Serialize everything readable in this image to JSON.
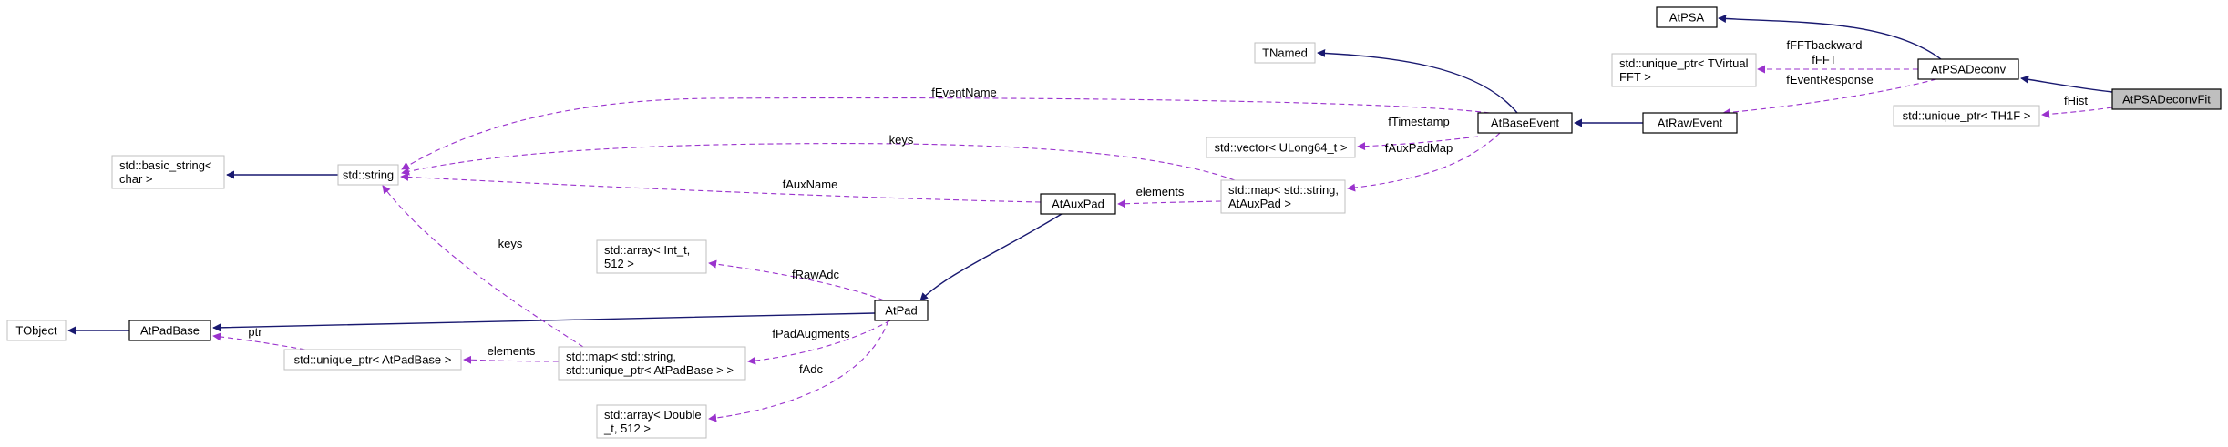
{
  "colors": {
    "inheritance": "#191970",
    "usage": "#9a32cd",
    "node_border_documented": "#000000",
    "node_border_external": "#bfbfbf",
    "highlight_fill": "#bfbfbf"
  },
  "nodes": [
    {
      "id": "AtPSADeconvFit",
      "lines": [
        "AtPSADeconvFit"
      ],
      "style": "highlight"
    },
    {
      "id": "AtPSADeconv",
      "lines": [
        "AtPSADeconv"
      ],
      "style": "documented"
    },
    {
      "id": "AtPSA",
      "lines": [
        "AtPSA"
      ],
      "style": "documented"
    },
    {
      "id": "uptr_TVirtualFFT",
      "lines": [
        "std::unique_ptr< TVirtual",
        "FFT >"
      ],
      "style": "external"
    },
    {
      "id": "uptr_TH1F",
      "lines": [
        "std::unique_ptr< TH1F >"
      ],
      "style": "external"
    },
    {
      "id": "AtRawEvent",
      "lines": [
        "AtRawEvent"
      ],
      "style": "documented"
    },
    {
      "id": "AtBaseEvent",
      "lines": [
        "AtBaseEvent"
      ],
      "style": "documented"
    },
    {
      "id": "TNamed",
      "lines": [
        "TNamed"
      ],
      "style": "external"
    },
    {
      "id": "vector_ULong64",
      "lines": [
        "std::vector< ULong64_t >"
      ],
      "style": "external"
    },
    {
      "id": "map_AtAuxPad",
      "lines": [
        "std::map< std::string,",
        "AtAuxPad >"
      ],
      "style": "external"
    },
    {
      "id": "AtAuxPad",
      "lines": [
        "AtAuxPad"
      ],
      "style": "documented"
    },
    {
      "id": "std_string",
      "lines": [
        "std::string"
      ],
      "style": "external"
    },
    {
      "id": "basic_string",
      "lines": [
        "std::basic_string<",
        "char >"
      ],
      "style": "external"
    },
    {
      "id": "AtPad",
      "lines": [
        "AtPad"
      ],
      "style": "documented"
    },
    {
      "id": "array_Int",
      "lines": [
        "std::array< Int_t,",
        "512 >"
      ],
      "style": "external"
    },
    {
      "id": "map_AtPadBase",
      "lines": [
        "std::map< std::string,",
        "std::unique_ptr< AtPadBase > >"
      ],
      "style": "external"
    },
    {
      "id": "array_Double",
      "lines": [
        "std::array< Double",
        "_t, 512 >"
      ],
      "style": "external"
    },
    {
      "id": "AtPadBase",
      "lines": [
        "AtPadBase"
      ],
      "style": "documented"
    },
    {
      "id": "uptr_AtPadBase",
      "lines": [
        "std::unique_ptr< AtPadBase >"
      ],
      "style": "external"
    },
    {
      "id": "TObject",
      "lines": [
        "TObject"
      ],
      "style": "external"
    }
  ],
  "edges": [
    {
      "id": "e_fit_deconv",
      "kind": "inheritance",
      "from": "AtPSADeconvFit",
      "to": "AtPSADeconv",
      "labels": []
    },
    {
      "id": "e_deconv_psa",
      "kind": "inheritance",
      "from": "AtPSADeconv",
      "to": "AtPSA",
      "labels": []
    },
    {
      "id": "e_deconv_fft",
      "kind": "usage",
      "from": "AtPSADeconv",
      "to": "uptr_TVirtualFFT",
      "labels": [
        "fFFTbackward",
        "fFFT"
      ]
    },
    {
      "id": "e_deconv_raw",
      "kind": "usage",
      "from": "AtPSADeconv",
      "to": "AtRawEvent",
      "labels": [
        "fEventResponse"
      ]
    },
    {
      "id": "e_fit_th1f",
      "kind": "usage",
      "from": "AtPSADeconvFit",
      "to": "uptr_TH1F",
      "labels": [
        "fHist"
      ]
    },
    {
      "id": "e_raw_base",
      "kind": "inheritance",
      "from": "AtRawEvent",
      "to": "AtBaseEvent",
      "labels": []
    },
    {
      "id": "e_base_tnamed",
      "kind": "inheritance",
      "from": "AtBaseEvent",
      "to": "TNamed",
      "labels": []
    },
    {
      "id": "e_base_string",
      "kind": "usage",
      "from": "AtBaseEvent",
      "to": "std_string",
      "labels": [
        "fEventName"
      ]
    },
    {
      "id": "e_base_vector",
      "kind": "usage",
      "from": "AtBaseEvent",
      "to": "vector_ULong64",
      "labels": [
        "fTimestamp"
      ]
    },
    {
      "id": "e_base_mapaux",
      "kind": "usage",
      "from": "AtBaseEvent",
      "to": "map_AtAuxPad",
      "labels": [
        "fAuxPadMap"
      ]
    },
    {
      "id": "e_mapaux_string",
      "kind": "usage",
      "from": "map_AtAuxPad",
      "to": "std_string",
      "labels": [
        "keys"
      ]
    },
    {
      "id": "e_mapaux_auxpad",
      "kind": "usage",
      "from": "map_AtAuxPad",
      "to": "AtAuxPad",
      "labels": [
        "elements"
      ]
    },
    {
      "id": "e_auxpad_string",
      "kind": "usage",
      "from": "AtAuxPad",
      "to": "std_string",
      "labels": [
        "fAuxName"
      ]
    },
    {
      "id": "e_string_basic",
      "kind": "inheritance",
      "from": "std_string",
      "to": "basic_string",
      "labels": []
    },
    {
      "id": "e_auxpad_pad",
      "kind": "inheritance",
      "from": "AtAuxPad",
      "to": "AtPad",
      "labels": []
    },
    {
      "id": "e_pad_arrint",
      "kind": "usage",
      "from": "AtPad",
      "to": "array_Int",
      "labels": [
        "fRawAdc"
      ]
    },
    {
      "id": "e_pad_mappb",
      "kind": "usage",
      "from": "AtPad",
      "to": "map_AtPadBase",
      "labels": [
        "fPadAugments"
      ]
    },
    {
      "id": "e_pad_arrdbl",
      "kind": "usage",
      "from": "AtPad",
      "to": "array_Double",
      "labels": [
        "fAdc"
      ]
    },
    {
      "id": "e_pad_padbase",
      "kind": "inheritance",
      "from": "AtPad",
      "to": "AtPadBase",
      "labels": []
    },
    {
      "id": "e_mappb_string",
      "kind": "usage",
      "from": "map_AtPadBase",
      "to": "std_string",
      "labels": [
        "keys"
      ]
    },
    {
      "id": "e_mappb_uptr",
      "kind": "usage",
      "from": "map_AtPadBase",
      "to": "uptr_AtPadBase",
      "labels": [
        "elements"
      ]
    },
    {
      "id": "e_uptr_padbase",
      "kind": "usage",
      "from": "uptr_AtPadBase",
      "to": "AtPadBase",
      "labels": [
        "ptr"
      ]
    },
    {
      "id": "e_padbase_tobject",
      "kind": "inheritance",
      "from": "AtPadBase",
      "to": "TObject",
      "labels": []
    }
  ]
}
